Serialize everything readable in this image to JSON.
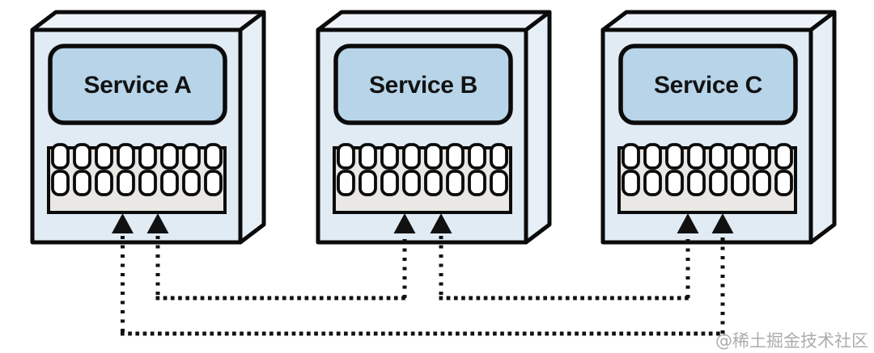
{
  "diagram": {
    "services": [
      {
        "id": "service-a",
        "label": "Service A"
      },
      {
        "id": "service-b",
        "label": "Service B"
      },
      {
        "id": "service-c",
        "label": "Service C"
      }
    ],
    "port_grid": {
      "rows": 2,
      "columns": 8
    },
    "connections": [
      {
        "from": "service-a",
        "to": "service-b",
        "style": "dotted",
        "arrows": "both"
      },
      {
        "from": "service-b",
        "to": "service-c",
        "style": "dotted",
        "arrows": "both"
      },
      {
        "from": "service-a",
        "to": "service-c",
        "style": "dotted",
        "arrows": "both"
      }
    ],
    "colors": {
      "box_front": "#e1ebf4",
      "box_top": "#edf3f9",
      "box_side": "#e7eff6",
      "label_plate": "#b7d4e9",
      "port_strip": "#e9e8e4",
      "port": "#ffffff",
      "outline": "#0b0b0b",
      "connector": "#111111"
    }
  },
  "watermark": {
    "text": "@稀土掘金技术社区"
  }
}
